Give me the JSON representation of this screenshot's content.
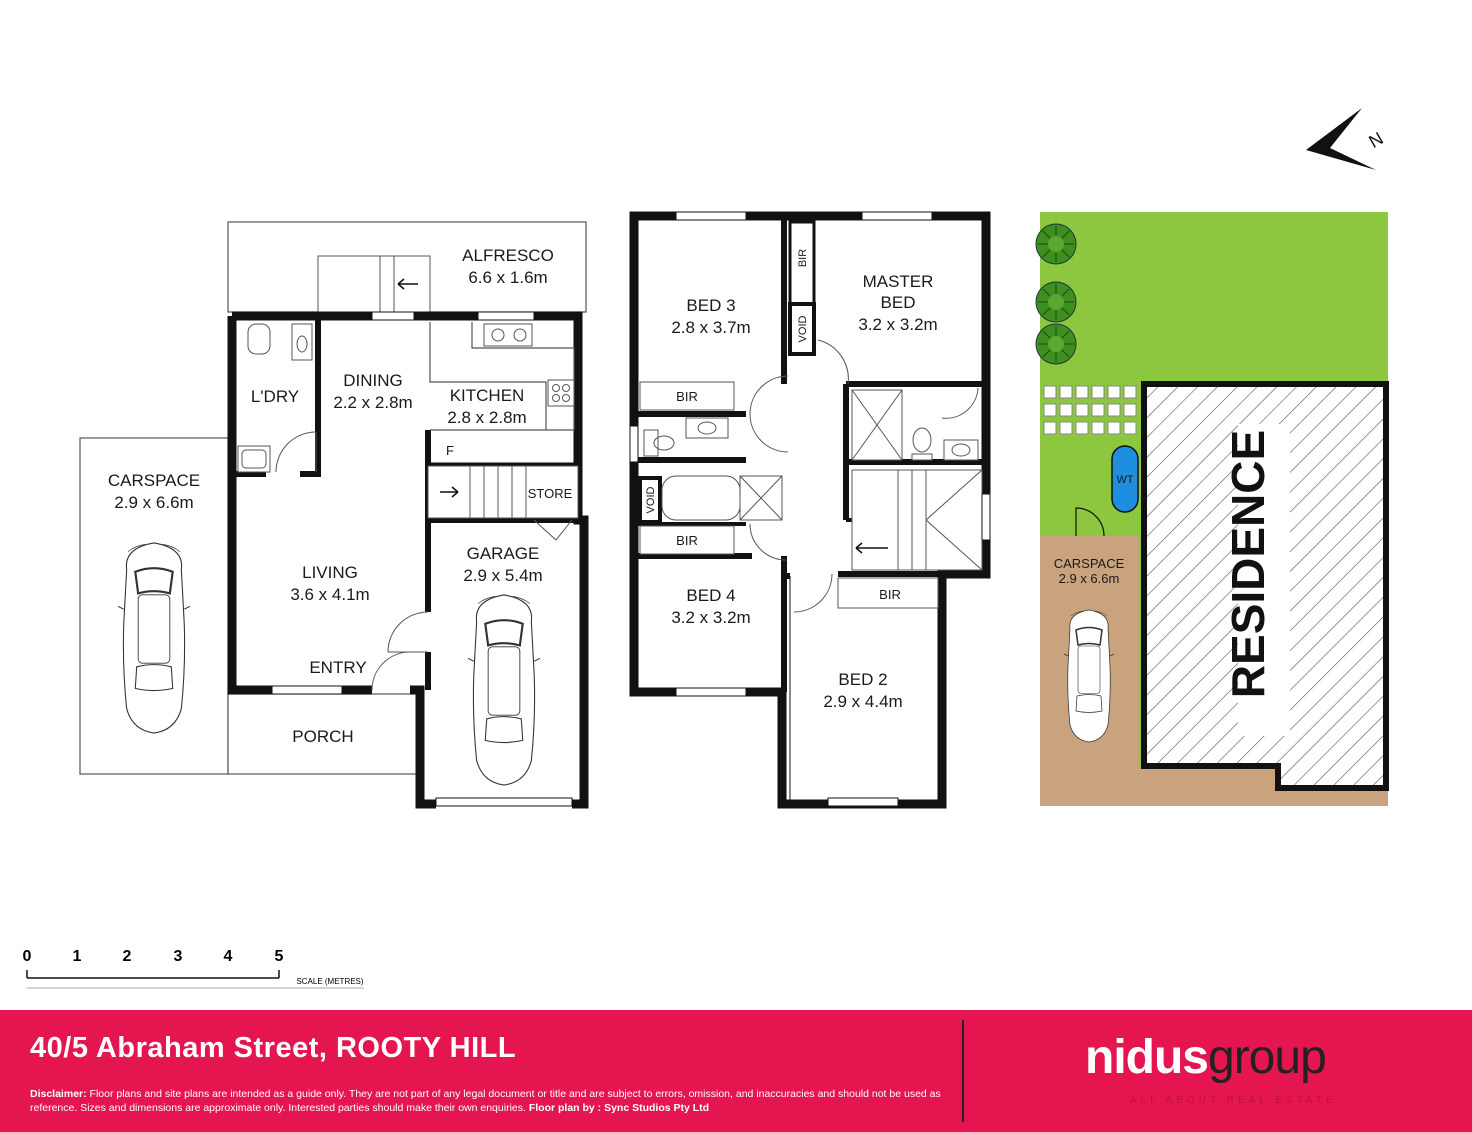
{
  "rooms": {
    "alfresco": {
      "name": "ALFRESCO",
      "size": "6.6 x 1.6m"
    },
    "dining": {
      "name": "DINING",
      "size": "2.2 x 2.8m"
    },
    "kitchen": {
      "name": "KITCHEN",
      "size": "2.8 x 2.8m"
    },
    "laundry": {
      "name": "L'DRY"
    },
    "fridge": {
      "name": "F"
    },
    "store": {
      "name": "STORE"
    },
    "carspace": {
      "name": "CARSPACE",
      "size": "2.9 x 6.6m"
    },
    "living": {
      "name": "LIVING",
      "size": "3.6 x 4.1m"
    },
    "garage": {
      "name": "GARAGE",
      "size": "2.9 x 5.4m"
    },
    "entry": {
      "name": "ENTRY"
    },
    "porch": {
      "name": "PORCH"
    },
    "bed3": {
      "name": "BED 3",
      "size": "2.8 x 3.7m"
    },
    "master": {
      "name1": "MASTER",
      "name2": "BED",
      "size": "3.2 x 3.2m"
    },
    "bed4": {
      "name": "BED 4",
      "size": "3.2 x 3.2m"
    },
    "bed2": {
      "name": "BED 2",
      "size": "2.9 x 4.4m"
    },
    "bir": "BIR",
    "void": "VOID"
  },
  "site": {
    "residence": "RESIDENCE",
    "wt": "WT",
    "carspace": {
      "name": "CARSPACE",
      "size": "2.9 x 6.6m"
    }
  },
  "north": "N",
  "scale": {
    "ticks": [
      "0",
      "1",
      "2",
      "3",
      "4",
      "5"
    ],
    "caption": "SCALE (METRES)"
  },
  "footer": {
    "address": "40/5 Abraham Street, ROOTY HILL",
    "disclaimer_label": "Disclaimer:",
    "disclaimer_text": "Floor plans and site plans are intended as a guide only. They are not part of any legal document or title and are subject to errors, omission, and inaccuracies and should not be used as reference. Sizes and dimensions are approximate only. Interested parties should make their own enquiries.",
    "credit": "Floor plan by : Sync Studios Pty Ltd",
    "logo_part1": "nidus",
    "logo_part2": "group",
    "tagline": "ALL ABOUT REAL ESTATE"
  },
  "colors": {
    "accent": "#e5154f",
    "lawn": "#8dc63f",
    "carspace": "#c9a27e",
    "tank": "#1e8fe0"
  }
}
